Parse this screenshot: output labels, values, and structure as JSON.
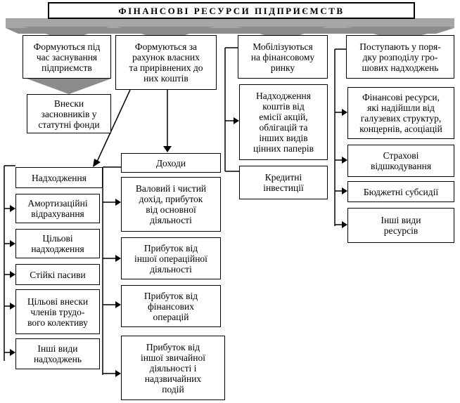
{
  "title": "ФІНАНСОВІ РЕСУРСИ ПІДПРИЄМСТВ",
  "sources": {
    "founding": "Формуються під\nчас заснування\nпідприємств",
    "own": "Формуються за\nрахунок власних\nта прирівнених до\nних коштів",
    "market": "Мобілізуються\nна фінансовому\nринку",
    "redistribution": "Поступають у поря-\nдку розподілу гро-\nшових надходжень"
  },
  "founding_items": [
    "Внески\nзасновників у\nстатутні фонди"
  ],
  "receipts": {
    "header": "Надходження",
    "items": [
      "Амортизаційні\nвідрахування",
      "Цільові\nнадходження",
      "Стійкі пасиви",
      "Цільові внески\nчленів трудо-\nвого колективу",
      "Інші види\nнадходжень"
    ]
  },
  "income": {
    "header": "Доходи",
    "items": [
      "Валовий і чистий\nдохід, прибуток\nвід основної\nдіяльності",
      "Прибуток від\nіншої операційної\nдіяльності",
      "Прибуток від\nфінансових\nоперацій",
      "Прибуток від\nіншої звичайної\nдіяльності і\nнадзвичайних\nподій"
    ]
  },
  "market_items": [
    "Надходження\nкоштів від\nемісії акцій,\nоблігацій та\nінших видів\nцінних паперів",
    "Кредитні\nінвестиції"
  ],
  "redistribution_items": [
    "Фінансові ресурси,\nякі надійшли від\nгалузевих структур,\nконцернів, асоціацій",
    "Страхові\nвідшкодування",
    "Бюджетні субсидії",
    "Інші види\nресурсів"
  ]
}
